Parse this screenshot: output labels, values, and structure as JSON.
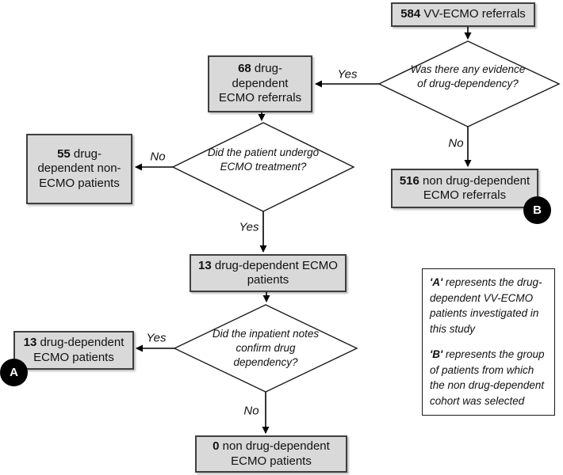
{
  "boxes": {
    "referrals584": {
      "number": "584",
      "text": " VV-ECMO referrals"
    },
    "drugDep68": {
      "number": "68",
      "text": " drug-dependent ECMO referrals"
    },
    "nonEcmo55": {
      "number": "55",
      "text": " drug-dependent non-ECMO patients"
    },
    "nonDrug516": {
      "number": "516",
      "text": " non drug-dependent ECMO referrals"
    },
    "ecmo13": {
      "number": "13",
      "text": " drug-dependent ECMO patients"
    },
    "ecmo13Confirmed": {
      "number": "13",
      "text": " drug-dependent ECMO patients"
    },
    "nonDrug0": {
      "number": "0",
      "text": " non drug-dependent ECMO patients"
    }
  },
  "decisions": {
    "evidence": "Was there any evidence of drug-dependency?",
    "undergo": "Did the patient undergo ECMO treatment?",
    "confirm": "Did the inpatient notes confirm drug dependency?"
  },
  "edgeLabels": {
    "yes": "Yes",
    "no": "No"
  },
  "badges": {
    "a": "A",
    "b": "B"
  },
  "legend": {
    "aLead": "'A'",
    "aText": " represents the drug-dependent VV-ECMO patients investigated in this study",
    "bLead": "'B'",
    "bText": " represents the group of patients from which the non drug-dependent cohort was selected"
  },
  "colors": {
    "boxFill": "#d9d9d9",
    "boxBorder": "#3f3f3f",
    "line": "#000000",
    "badgeBg": "#000000",
    "badgeText": "#ffffff"
  }
}
